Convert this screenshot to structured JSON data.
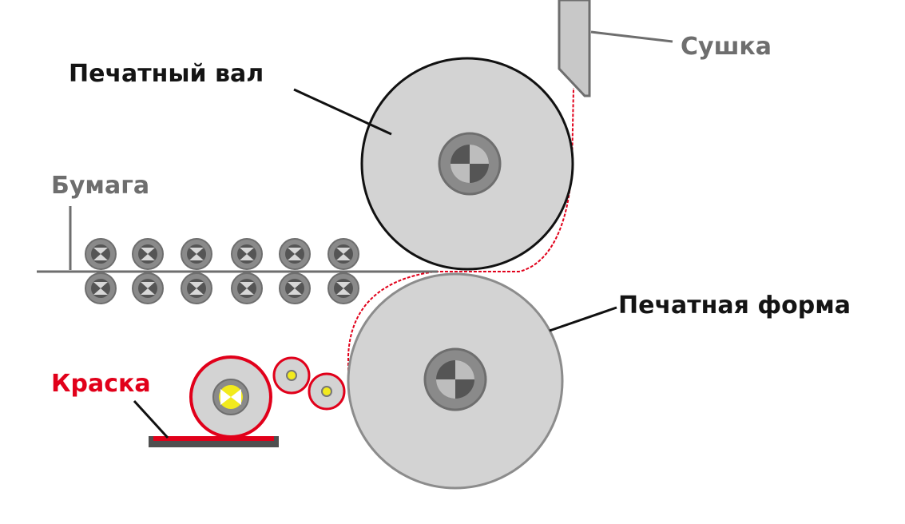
{
  "labels": {
    "dryer": "Сушка",
    "impression_cylinder": "Печатный вал",
    "paper": "Бумага",
    "plate_cylinder": "Печатная форма",
    "ink": "Краска"
  },
  "colors": {
    "label_dark": "#141414",
    "label_gray": "#6e6e6e",
    "ink_red": "#e1001a",
    "cylinder_fill": "#d3d3d3",
    "hub_fill": "#8a8a8a",
    "hub_dark": "#555555",
    "plate_stroke": "#8c8c8c",
    "line_gray": "#6e6e6e",
    "core_yellow": "#f2ea1d"
  },
  "icons": {
    "roller_hub": "quartered-hub-icon",
    "pinch_roller": "bowtie-roller-icon"
  }
}
